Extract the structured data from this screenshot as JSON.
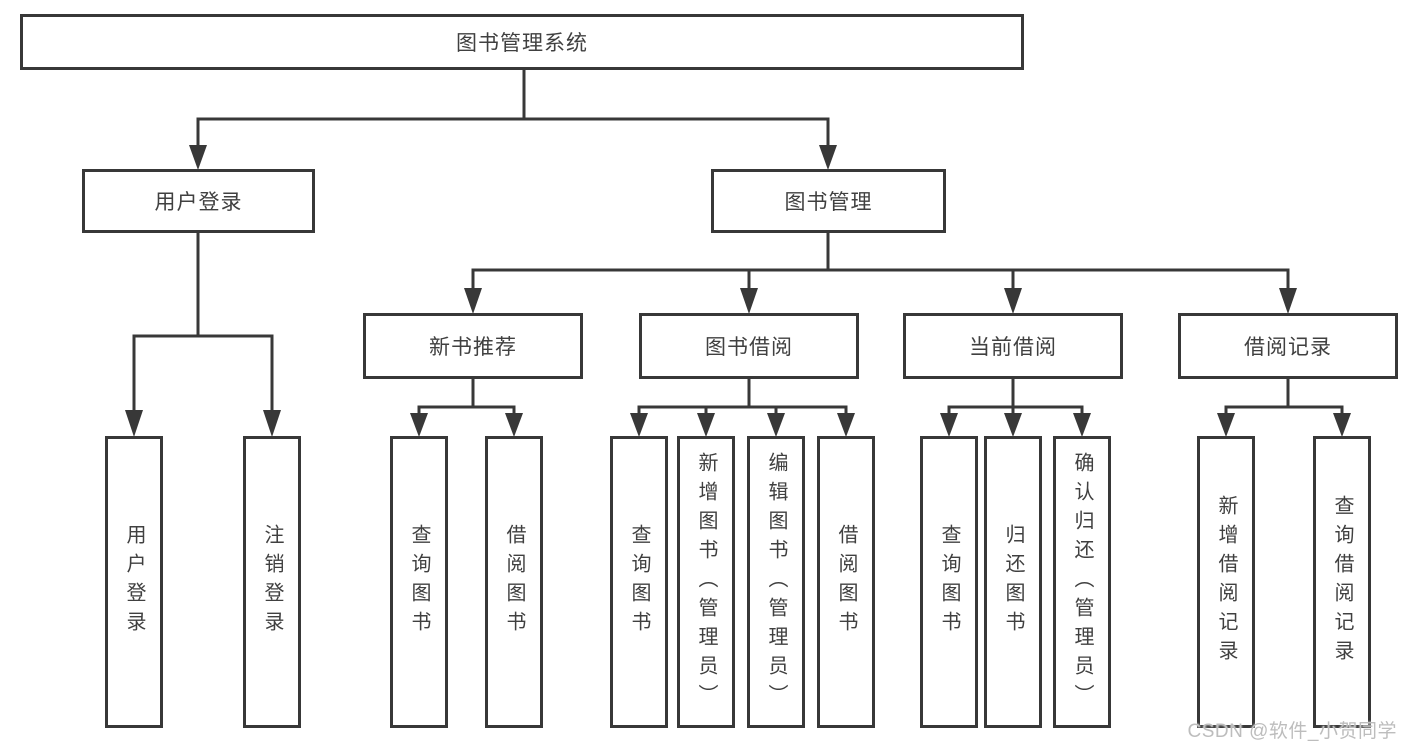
{
  "diagram": {
    "root": {
      "label": "图书管理系统"
    },
    "level2": [
      {
        "label": "用户登录"
      },
      {
        "label": "图书管理"
      }
    ],
    "level3": [
      {
        "label": "新书推荐"
      },
      {
        "label": "图书借阅"
      },
      {
        "label": "当前借阅"
      },
      {
        "label": "借阅记录"
      }
    ],
    "leaves": [
      {
        "label": "用户登录"
      },
      {
        "label": "注销登录"
      },
      {
        "label": "查询图书"
      },
      {
        "label": "借阅图书"
      },
      {
        "label": "查询图书"
      },
      {
        "label": "新增图书（管理员）"
      },
      {
        "label": "编辑图书（管理员）"
      },
      {
        "label": "借阅图书"
      },
      {
        "label": "查询图书"
      },
      {
        "label": "归还图书"
      },
      {
        "label": "确认归还（管理员）"
      },
      {
        "label": "新增借阅记录"
      },
      {
        "label": "查询借阅记录"
      }
    ]
  },
  "watermark": "CSDN @软件_小贺同学",
  "colors": {
    "line": "#383838",
    "border": "#383838",
    "text": "#404040",
    "background": "#ffffff",
    "watermark": "#bdbdbd"
  }
}
